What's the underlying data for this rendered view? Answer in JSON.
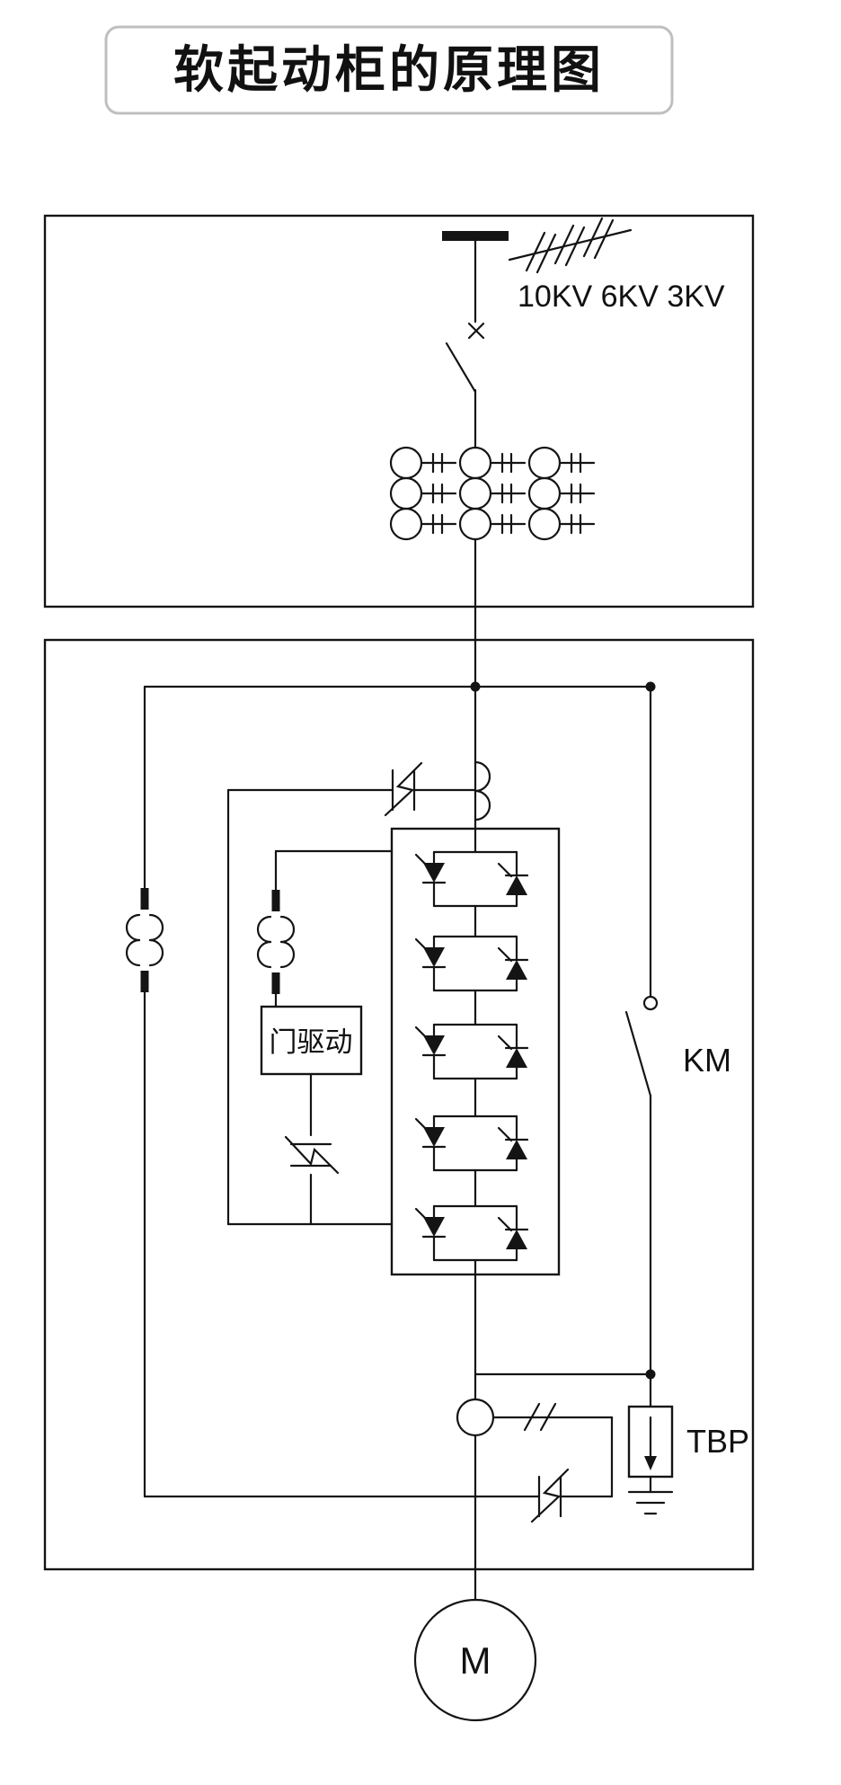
{
  "title": "软起动柜的原理图",
  "labels": {
    "voltage": "10KV 6KV 3KV",
    "gate_drive": "门驱动",
    "contactor": "KM",
    "surge_protector": "TBP",
    "motor": "M"
  },
  "colors": {
    "line": "#141414",
    "background": "#ffffff",
    "title_border": "#bfbfbf"
  },
  "icons": {
    "incoming_feeder": "triple-slash-feeder",
    "busbar": "thick-bar",
    "disconnect_switch": "blade-switch-with-x",
    "current_transformer": "circle-with-double-tick",
    "voltage_transformer": "double-winding-with-fuses",
    "surge_arrester": "plates-with-lightning",
    "thyristor_pair": "anti-parallel-scr",
    "bypass_contactor": "open-blade-contact",
    "ground": "three-bar-earth",
    "motor": "circle-M"
  }
}
